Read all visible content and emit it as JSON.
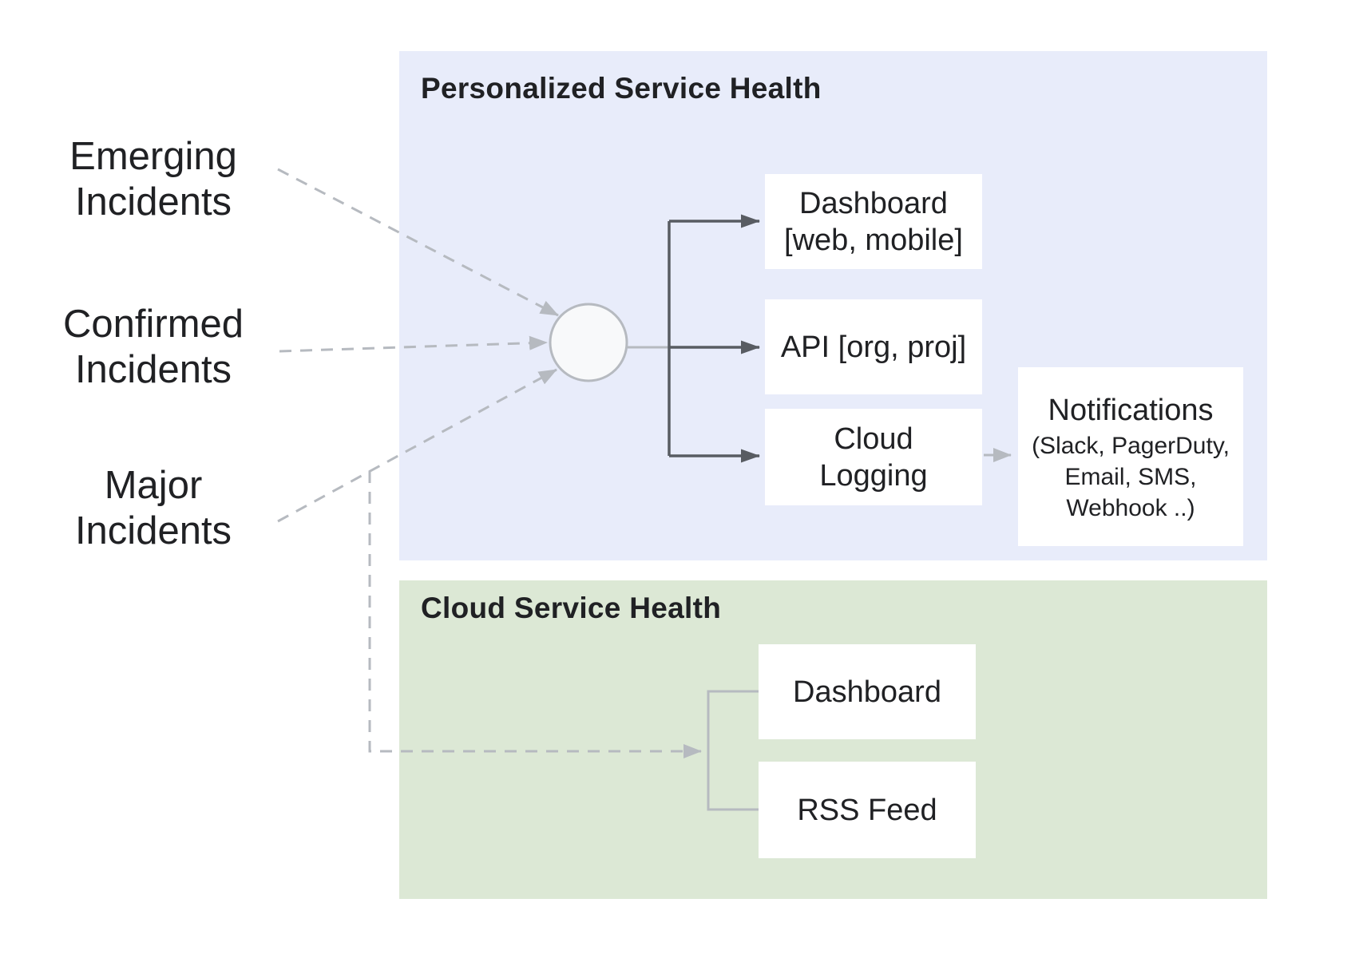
{
  "inputs": [
    {
      "label": "Emerging\nIncidents"
    },
    {
      "label": "Confirmed\nIncidents"
    },
    {
      "label": "Major\nIncidents"
    }
  ],
  "panels": {
    "personalized": {
      "title": "Personalized Service Health",
      "nodes": {
        "dashboard": "Dashboard\n[web, mobile]",
        "api": "API [org, proj]",
        "cloud_logging": "Cloud\nLogging",
        "notifications_title": "Notifications",
        "notifications_detail": "(Slack, PagerDuty,\nEmail, SMS,\nWebhook ..)"
      }
    },
    "cloud": {
      "title": "Cloud Service Health",
      "nodes": {
        "dashboard": "Dashboard",
        "rss": "RSS Feed"
      }
    }
  },
  "colors": {
    "panel-blue": "#e8ecfa",
    "panel-green": "#dce8d5",
    "arrow-dark": "#585c62",
    "line-light": "#b6bac0",
    "text": "#202124",
    "node-bg": "#ffffff"
  }
}
